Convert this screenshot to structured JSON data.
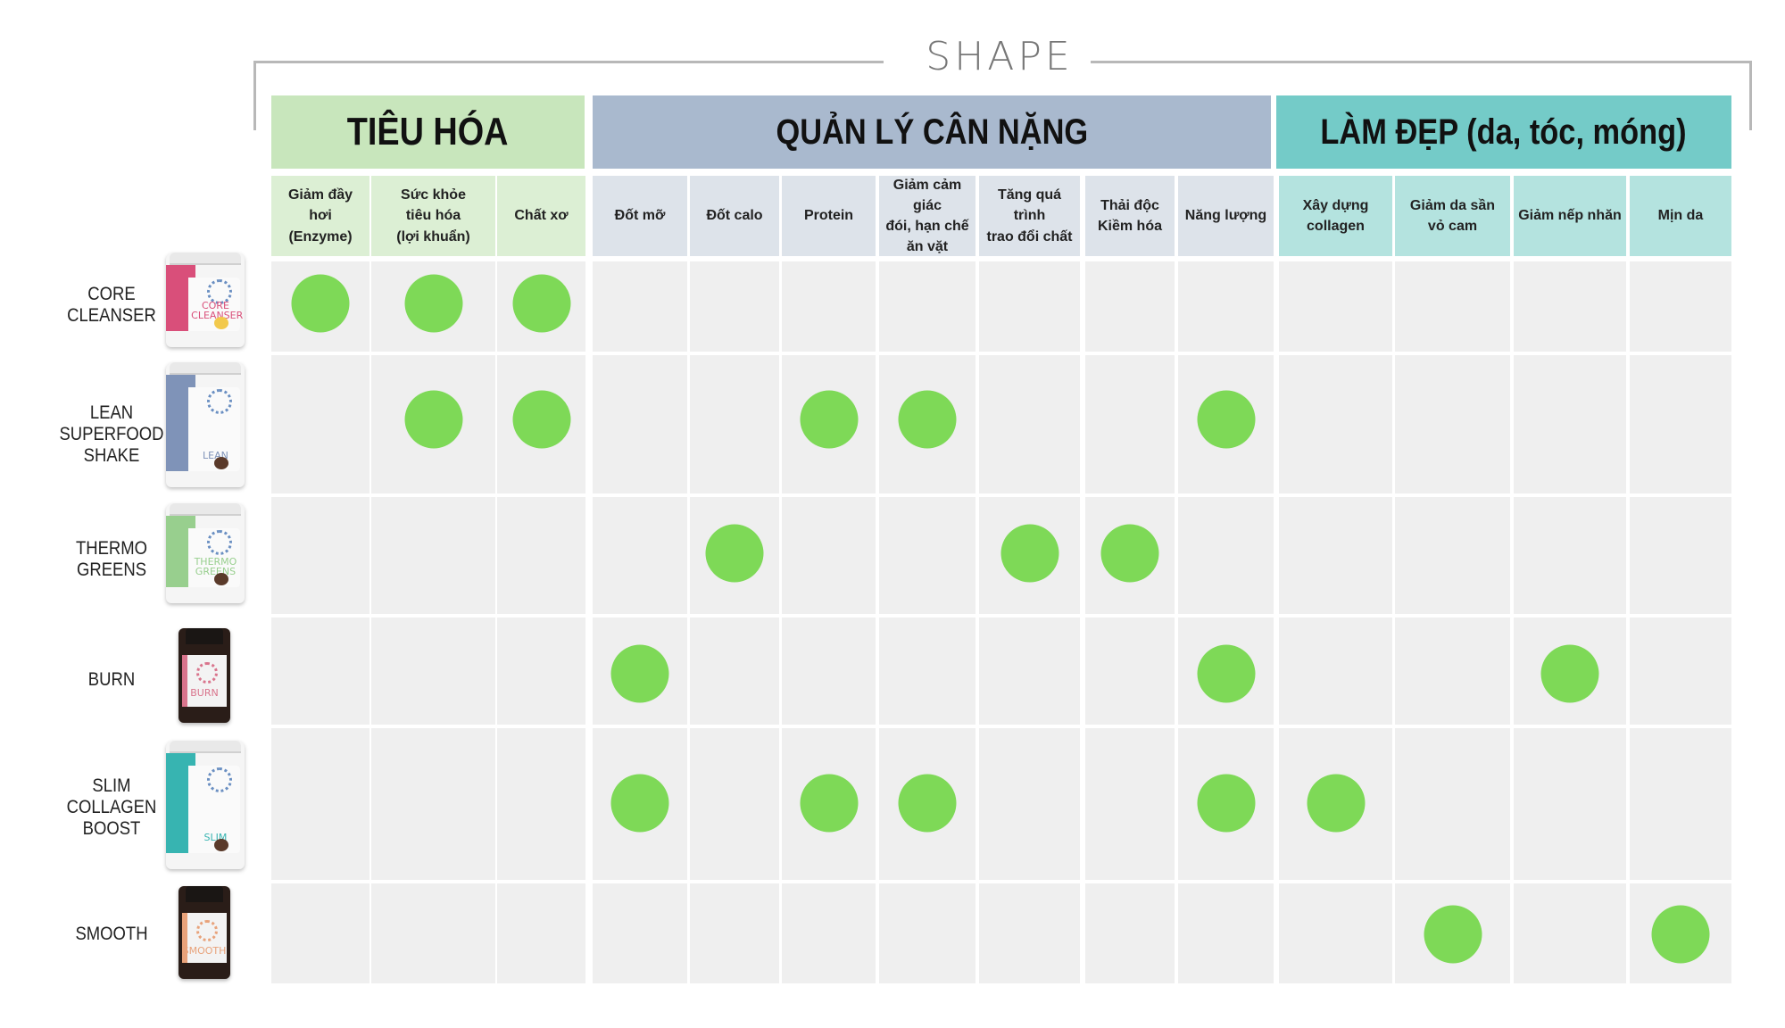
{
  "title": "SHAPE",
  "categories": [
    {
      "label": "TIÊU HÓA",
      "color": "#c8e6bc"
    },
    {
      "label": "QUẢN LÝ CÂN NẶNG",
      "color": "#a9b9ce"
    },
    {
      "label": "LÀM ĐẸP (da, tóc, móng)",
      "color": "#74cbc8"
    }
  ],
  "subheaders": [
    {
      "label": "Giảm đầy hơi\n(Enzyme)",
      "category": 0
    },
    {
      "label": "Sức khỏe\ntiêu hóa\n(lợi khuẩn)",
      "category": 0
    },
    {
      "label": "Chất xơ",
      "category": 0
    },
    {
      "label": "Đốt mỡ",
      "category": 1
    },
    {
      "label": "Đốt calo",
      "category": 1
    },
    {
      "label": "Protein",
      "category": 1
    },
    {
      "label": "Giảm cảm giác\nđói, hạn chế\năn vặt",
      "category": 1
    },
    {
      "label": "Tăng quá trình\ntrao đổi chất",
      "category": 1
    },
    {
      "label": "Thải độc\nKiềm hóa",
      "category": 1
    },
    {
      "label": "Năng lượng",
      "category": 1
    },
    {
      "label": "Xây dựng\ncollagen",
      "category": 2
    },
    {
      "label": "Giảm da sần\nvỏ cam",
      "category": 2
    },
    {
      "label": "Giảm nếp nhăn",
      "category": 2
    },
    {
      "label": "Mịn da",
      "category": 2
    }
  ],
  "subheader_colors": [
    "#dcefd4",
    "#dde3ea",
    "#b4e3df"
  ],
  "products": [
    {
      "label": "CORE\nCLEANSER",
      "image": "core-cleanser-tub",
      "image_text": "CORE\nCLEANSER",
      "accent": "#d94f7a",
      "marks": [
        0,
        1,
        2
      ]
    },
    {
      "label": "LEAN\nSUPERFOOD\nSHAKE",
      "image": "lean-tub",
      "image_text": "LEAN",
      "accent": "#7f93b8",
      "marks": [
        1,
        2,
        5,
        6,
        9
      ]
    },
    {
      "label": "THERMO\nGREENS",
      "image": "thermo-greens-tub",
      "image_text": "THERMO\nGREENS",
      "accent": "#98cf8e",
      "marks": [
        4,
        7,
        8
      ]
    },
    {
      "label": "BURN",
      "image": "burn-jar",
      "image_text": "BURN",
      "accent": "#d9748c",
      "marks": [
        3,
        9,
        12
      ]
    },
    {
      "label": "SLIM\nCOLLAGEN\nBOOST",
      "image": "slim-collagen-tub",
      "image_text": "SLIM",
      "accent": "#37b4b1",
      "marks": [
        3,
        5,
        6,
        9,
        10
      ]
    },
    {
      "label": "SMOOTH",
      "image": "smooth-jar",
      "image_text": "SMOOTH",
      "accent": "#e8a27a",
      "marks": [
        11,
        13
      ]
    }
  ],
  "dot_color": "#7ed957",
  "cell_color": "#efefef"
}
